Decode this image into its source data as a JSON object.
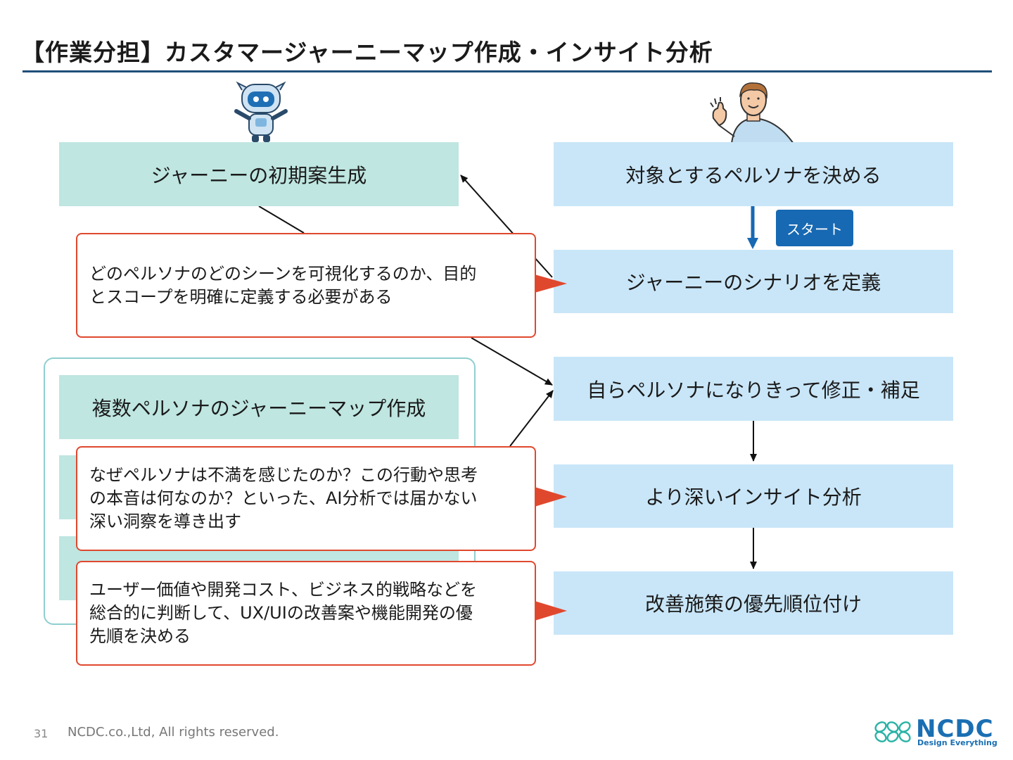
{
  "title": "【作業分担】カスタマージャーニーマップ作成・インサイト分析",
  "left": {
    "initial": "ジャーニーの初期案生成",
    "multi": "複数ペルソナのジャーニーマップ作成"
  },
  "right": {
    "steps": [
      "対象とするペルソナを決める",
      "ジャーニーのシナリオを定義",
      "自らペルソナになりきって修正・補足",
      "より深いインサイト分析",
      "改善施策の優先順位付け"
    ],
    "start_label": "スタート"
  },
  "callouts": [
    {
      "lines": [
        "どのペルソナのどのシーンを可視化するのか、目的",
        "とスコープを明確に定義する必要がある"
      ]
    },
    {
      "lines": [
        "なぜペルソナは不満を感じたのか？この行動や思考",
        "の本音は何なのか？といった、AI分析では届かない",
        "深い洞察を導き出す"
      ]
    },
    {
      "lines": [
        "ユーザー価値や開発コスト、ビジネス的戦略などを",
        "総合的に判断して、UX/UIの改善案や機能開発の優",
        "先順を決める"
      ]
    }
  ],
  "footer": {
    "page": "31",
    "copyright": "NCDC.co.,Ltd, All rights reserved.",
    "logo": "NCDC",
    "tagline": "Design Everything"
  },
  "colors": {
    "title_rule": "#1f4e79",
    "teal_box": "#bfe6e1",
    "blue_box": "#c9e6f8",
    "callout_border": "#e0482e",
    "start_button": "#1769b3"
  }
}
